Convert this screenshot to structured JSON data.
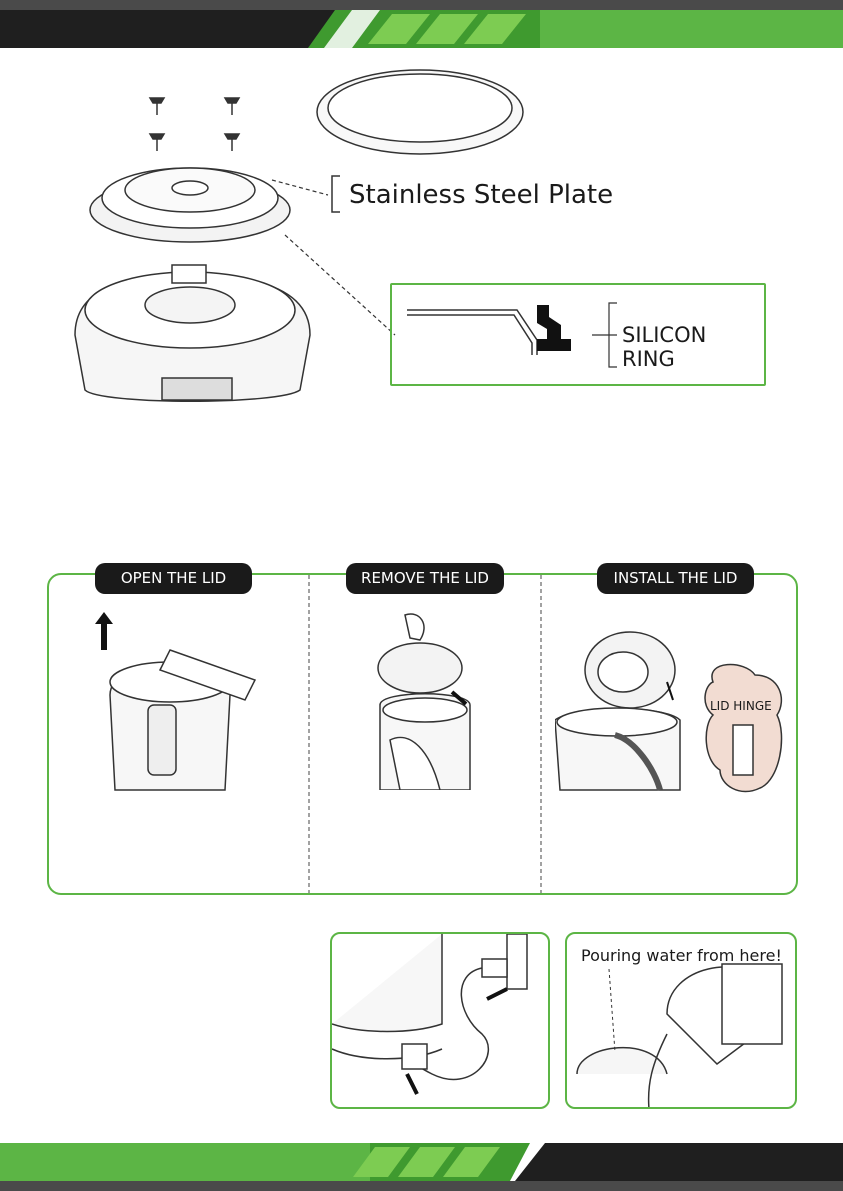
{
  "colors": {
    "accent_green": "#5cb545",
    "dark_band": "#1f1f1f",
    "line_art": "#333333"
  },
  "parts_diagram": {
    "plate_label": "Stainless Steel Plate",
    "ring_label": "SILICON RING"
  },
  "lid_steps": [
    {
      "title": "OPEN THE LID"
    },
    {
      "title": "REMOVE THE LID"
    },
    {
      "title": "INSTALL THE LID",
      "callout": "LID HINGE"
    }
  ],
  "pour_panel": {
    "caption": "Pouring water from here!"
  }
}
